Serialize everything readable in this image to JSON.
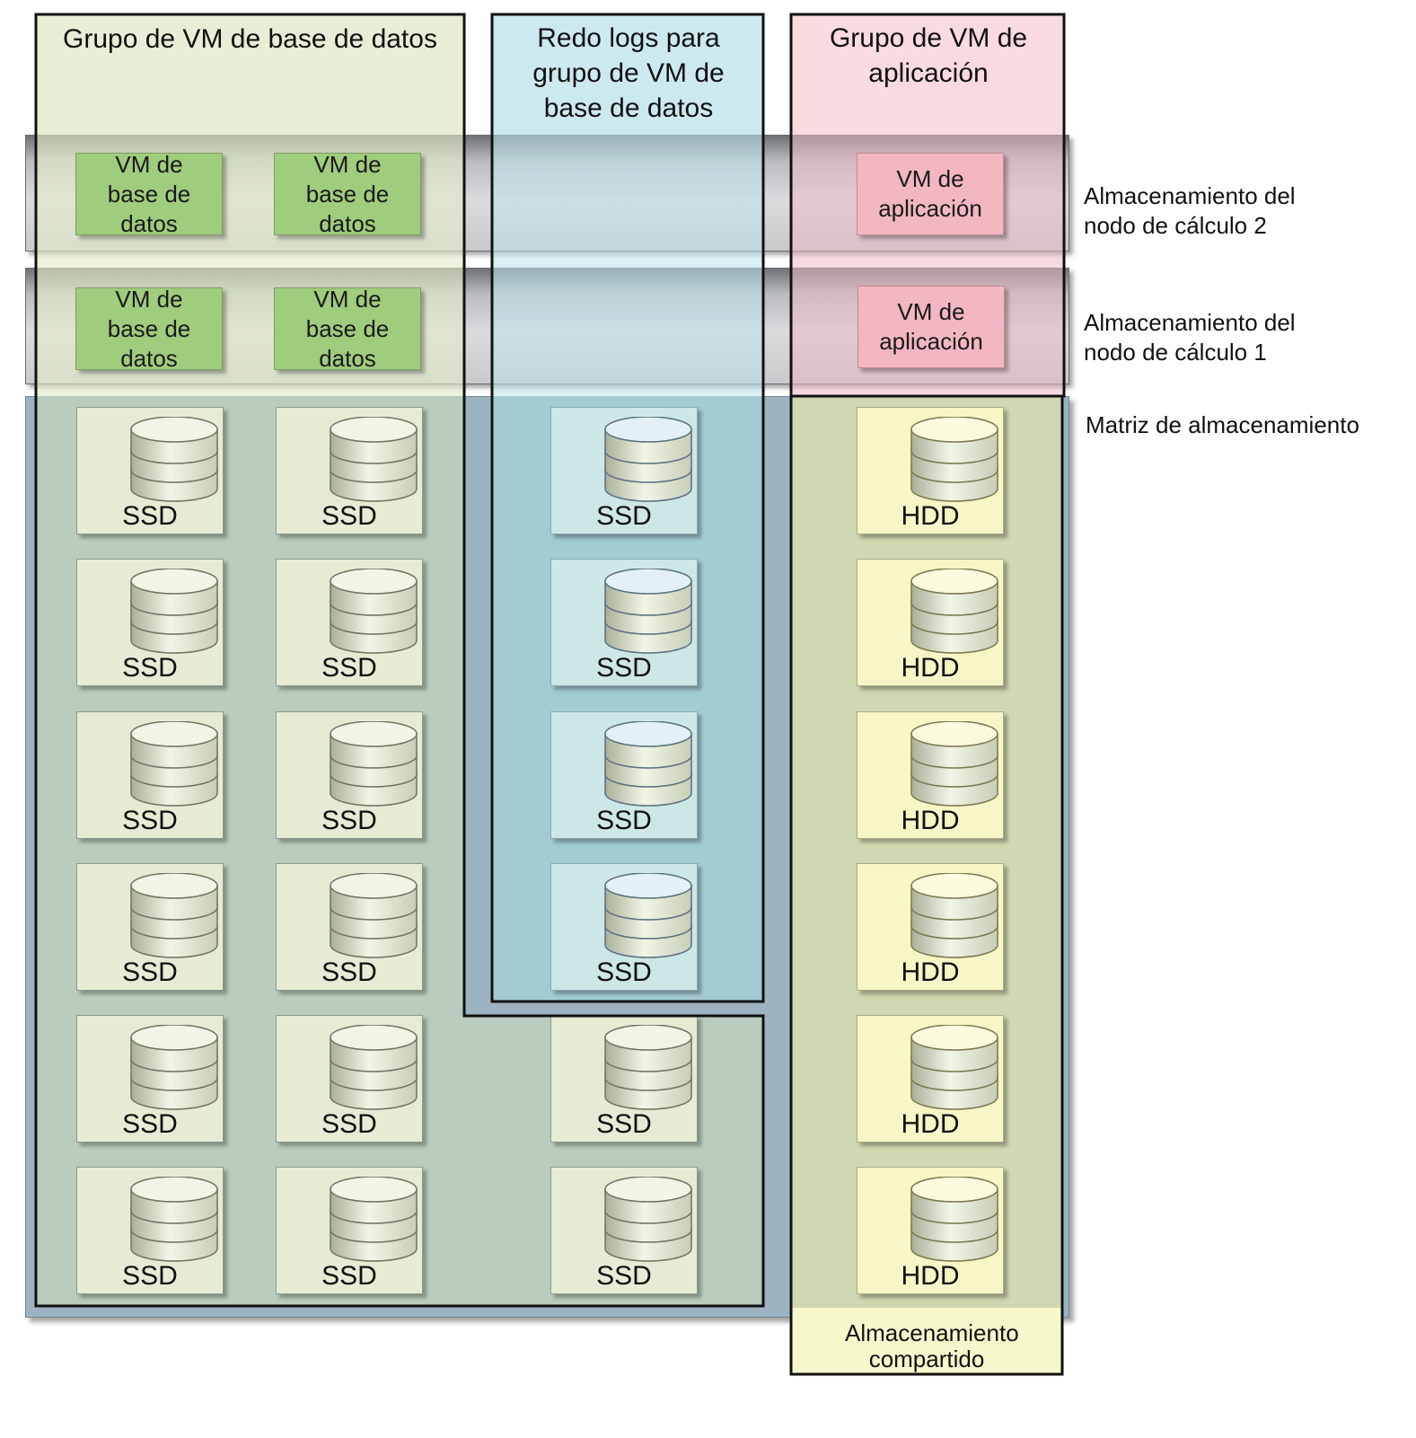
{
  "groups": {
    "db_vm_group": "Grupo de VM de base de datos",
    "redo_logs_group": "Redo logs para grupo de VM de base de datos",
    "app_vm_group": "Grupo de VM de aplicación"
  },
  "side_labels": {
    "compute_node_2": "Almacenamiento del nodo de cálculo 2",
    "compute_node_1": "Almacenamiento del nodo de cálculo 1",
    "storage_array": "Matriz de almacenamiento"
  },
  "vms": {
    "db_vm": "VM de base de datos",
    "app_vm": "VM de aplicación"
  },
  "disks": {
    "ssd": "SSD",
    "hdd": "HDD"
  },
  "shared_storage": "Almacenamiento compartido",
  "colors": {
    "db_group": "#e6efd5",
    "redo_group": "#cce9ef",
    "app_group": "#f9dadf",
    "db_vm": "#9fcc7d",
    "app_vm": "#f2b7c0",
    "storage_array": "#9db3c2",
    "hdd_disk": "#f6f6c6"
  }
}
